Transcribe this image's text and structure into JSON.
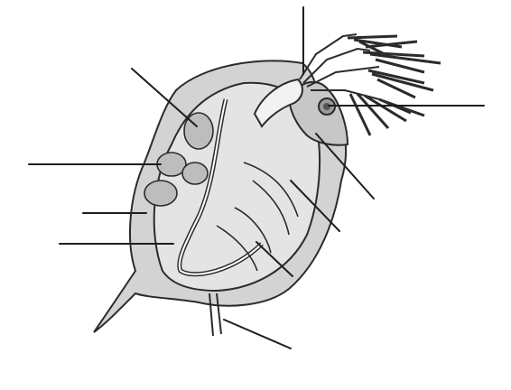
{
  "diagram": {
    "subject": "daphnia-anatomy",
    "label_lines": [
      {
        "id": "line-top-antenna-base"
      },
      {
        "id": "line-upper-left"
      },
      {
        "id": "line-right-eye"
      },
      {
        "id": "line-left-eggs"
      },
      {
        "id": "line-left-brood-chamber"
      },
      {
        "id": "line-left-gut"
      },
      {
        "id": "line-right-mouthparts"
      },
      {
        "id": "line-right-legs"
      },
      {
        "id": "line-center-limbs"
      },
      {
        "id": "line-bottom-tail"
      }
    ]
  },
  "colors": {
    "background": "#ffffff",
    "shell_fill": "#d3d3d3",
    "outline": "#2b2b2b",
    "organ_fill": "#bdbdbd",
    "leader_line": "#1e1e1e"
  }
}
